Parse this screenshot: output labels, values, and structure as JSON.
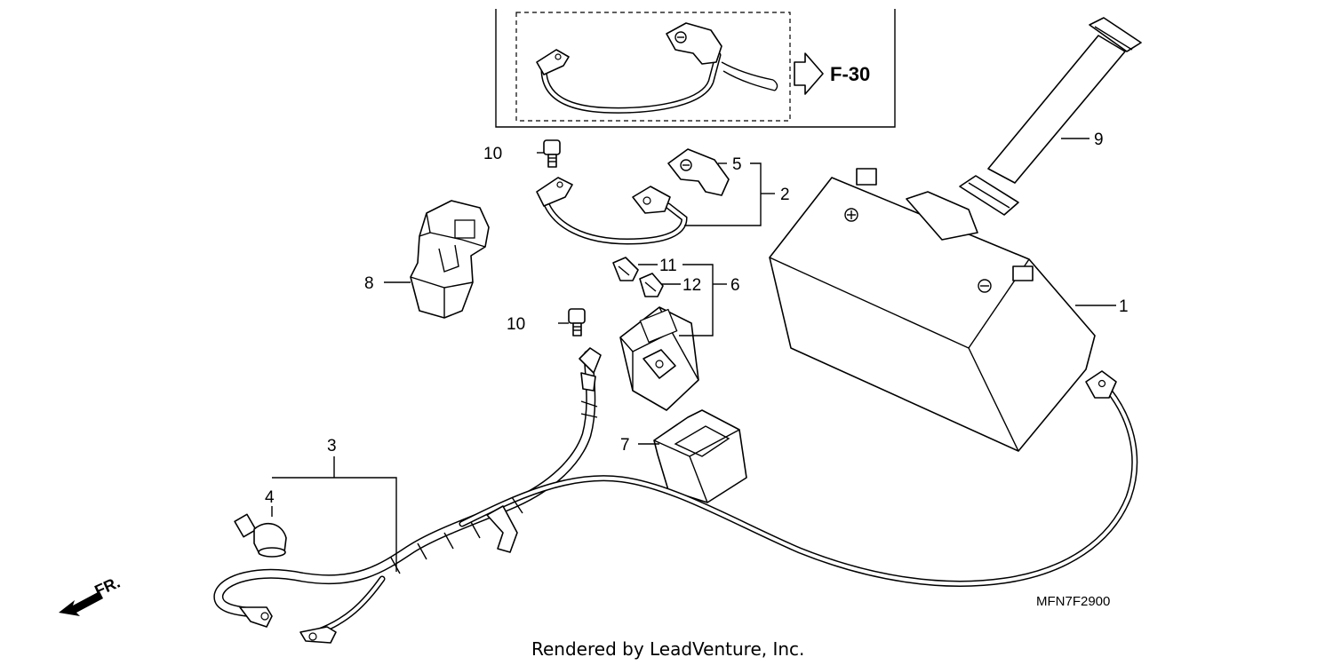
{
  "diagram": {
    "reference_arrow_text": "F-30",
    "diagram_code": "MFN7F2900",
    "credit": "Rendered by LeadVenture, Inc.",
    "front_indicator": "FR.",
    "callouts": [
      {
        "id": "c1",
        "text": "1"
      },
      {
        "id": "c2",
        "text": "2"
      },
      {
        "id": "c3",
        "text": "3"
      },
      {
        "id": "c4",
        "text": "4"
      },
      {
        "id": "c5",
        "text": "5"
      },
      {
        "id": "c6",
        "text": "6"
      },
      {
        "id": "c7",
        "text": "7"
      },
      {
        "id": "c8",
        "text": "8"
      },
      {
        "id": "c9",
        "text": "9"
      },
      {
        "id": "c10a",
        "text": "10"
      },
      {
        "id": "c10b",
        "text": "10"
      },
      {
        "id": "c11",
        "text": "11"
      },
      {
        "id": "c12",
        "text": "12"
      }
    ]
  }
}
